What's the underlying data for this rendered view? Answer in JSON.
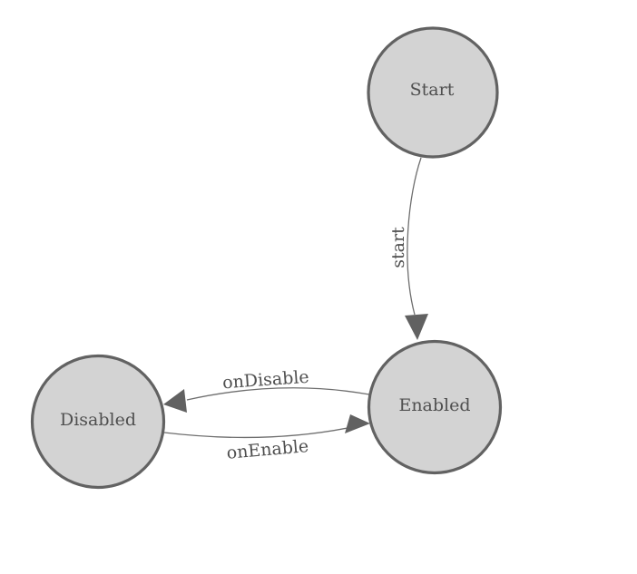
{
  "diagram": {
    "type": "state-machine",
    "background_color": "#ffffff",
    "colors": {
      "node_fill": "#d3d3d3",
      "node_border": "#626262",
      "edge_line": "#6e6e6e",
      "arrowhead": "#616161",
      "label_text": "#4f4f4f"
    },
    "nodes": [
      {
        "id": "start",
        "label": "Start"
      },
      {
        "id": "enabled",
        "label": "Enabled"
      },
      {
        "id": "disabled",
        "label": "Disabled"
      }
    ],
    "edges": [
      {
        "id": "start-transition",
        "from": "Start",
        "to": "Enabled",
        "label": "start"
      },
      {
        "id": "on-disable-transition",
        "from": "Enabled",
        "to": "Disabled",
        "label": "onDisable"
      },
      {
        "id": "on-enable-transition",
        "from": "Disabled",
        "to": "Enabled",
        "label": "onEnable"
      }
    ]
  }
}
